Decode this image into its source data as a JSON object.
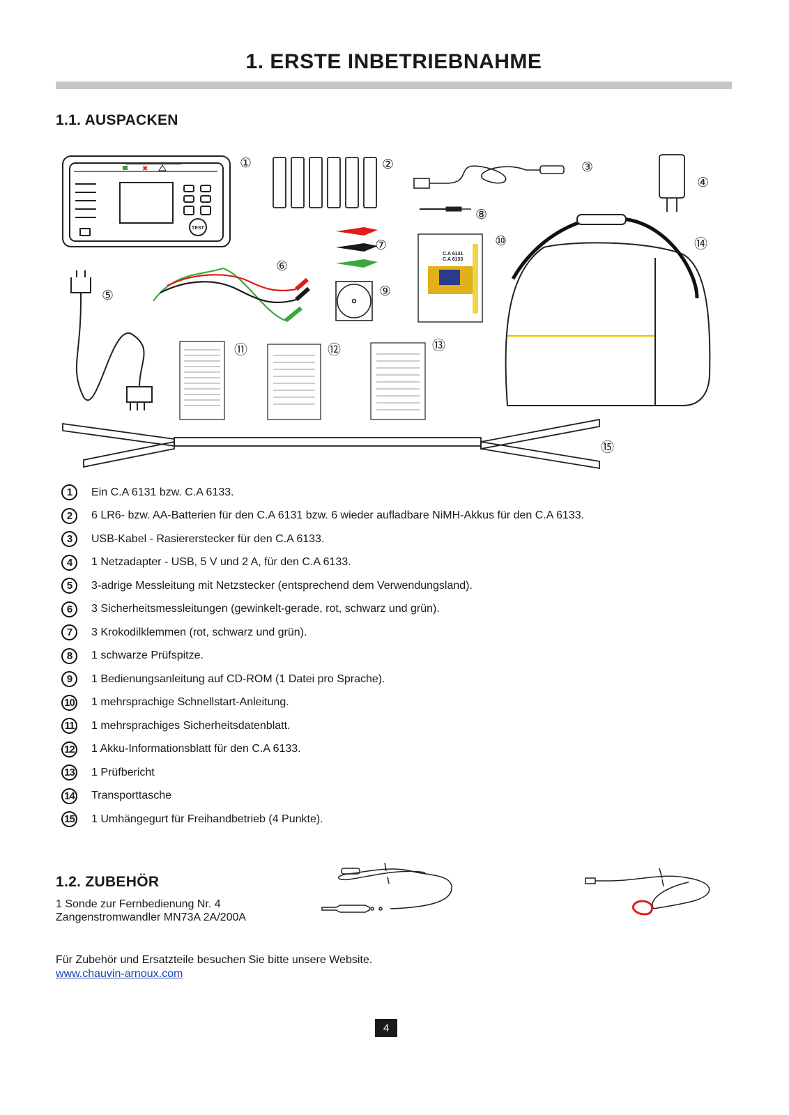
{
  "title": "1. ERSTE INBETRIEBNAHME",
  "section1": {
    "heading": "1.1. AUSPACKEN"
  },
  "figure": {
    "callouts": [
      "①",
      "②",
      "③",
      "④",
      "⑤",
      "⑥",
      "⑦",
      "⑧",
      "⑨",
      "⑩",
      "⑪",
      "⑫",
      "⑬",
      "⑭",
      "⑮"
    ],
    "device_button": "TEST",
    "guide_model_1": "C.A 6131",
    "guide_model_2": "C.A 6133"
  },
  "items": [
    {
      "num": "1",
      "text": "Ein C.A 6131 bzw. C.A 6133."
    },
    {
      "num": "2",
      "text": "6 LR6- bzw. AA-Batterien für den C.A 6131 bzw. 6 wieder aufladbare NiMH-Akkus für den C.A 6133."
    },
    {
      "num": "3",
      "text": "USB-Kabel - Rasiererstecker für den C.A 6133."
    },
    {
      "num": "4",
      "text": "1 Netzadapter - USB, 5 V und 2 A, für den C.A 6133."
    },
    {
      "num": "5",
      "text": "3-adrige Messleitung mit Netzstecker (entsprechend dem Verwendungsland)."
    },
    {
      "num": "6",
      "text": "3 Sicherheitsmessleitungen (gewinkelt-gerade, rot, schwarz und grün)."
    },
    {
      "num": "7",
      "text": "3 Krokodilklemmen (rot, schwarz und grün)."
    },
    {
      "num": "8",
      "text": "1 schwarze Prüfspitze."
    },
    {
      "num": "9",
      "text": "1 Bedienungsanleitung auf CD-ROM (1 Datei pro Sprache)."
    },
    {
      "num": "10",
      "text": "1 mehrsprachige Schnellstart-Anleitung."
    },
    {
      "num": "11",
      "text": "1 mehrsprachiges Sicherheitsdatenblatt."
    },
    {
      "num": "12",
      "text": "1 Akku-Informationsblatt für den C.A 6133."
    },
    {
      "num": "13",
      "text": "1 Prüfbericht"
    },
    {
      "num": "14",
      "text": "Transporttasche"
    },
    {
      "num": "15",
      "text": "1 Umhängegurt für Freihandbetrieb (4 Punkte)."
    }
  ],
  "section2": {
    "heading": "1.2. ZUBEHÖR",
    "lines": [
      "1 Sonde zur Fernbedienung Nr. 4",
      "Zangenstromwandler MN73A 2A/200A"
    ]
  },
  "footer": {
    "visit_text": "Für Zubehör und Ersatzteile besuchen Sie bitte unsere Website.",
    "link": "www.chauvin-arnoux.com",
    "page_number": "4"
  }
}
